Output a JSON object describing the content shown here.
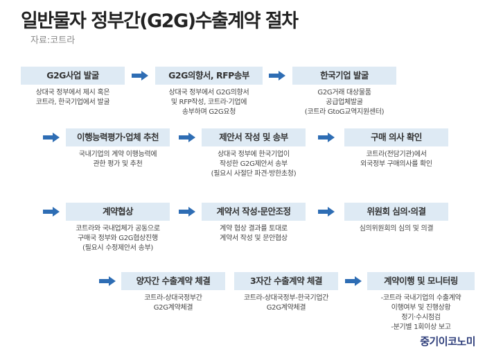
{
  "title": "일반물자 정부간(G2G)수출계약 절차",
  "source": "자료:코트라",
  "brand": "중기이코노미",
  "accent_color": "#deeaf4",
  "arrow_color": "#2e6db4",
  "steps": [
    {
      "label": "G2G사업 발굴",
      "desc": [
        "상대국 정부에서 제시 혹은",
        "코트라, 한국기업에서 발굴"
      ]
    },
    {
      "label": "G2G의향서, RFP송부",
      "desc": [
        "상대국 정부에서 G2G의향서",
        "및 RFP작성, 코트라·기업에",
        "송부하며 G2G요청"
      ]
    },
    {
      "label": "한국기업 발굴",
      "desc": [
        "G2G거래 대상물품",
        "공급업체발굴",
        "(코트라 GtoG교역지원센터)"
      ]
    },
    {
      "label": "이행능력평가·업체 추천",
      "desc": [
        "국내기업의 계약 이행능력에",
        "관한 평가 및 추천"
      ]
    },
    {
      "label": "제안서 작성 및 송부",
      "desc": [
        "상대국 정부에 한국기업이",
        "작성한 G2G제안서 송부",
        "(필요시 사절단 파견·방한초청)"
      ]
    },
    {
      "label": "구매 의사 확인",
      "desc": [
        "코트라(전담기관)에서",
        "외국정부 구매의사를 확인"
      ]
    },
    {
      "label": "계약협상",
      "desc": [
        "코트라와 국내업체가 공동으로",
        "구매국 정부와 G2G협상진행",
        "(필요시 수정제안서 송부)"
      ]
    },
    {
      "label": "계약서 작성·문안조정",
      "desc": [
        "계약 협상 결과를 토대로",
        "계약서 작성 및 문안협상"
      ]
    },
    {
      "label": "위원회 심의·의결",
      "desc": [
        "심의위원회의 심의 및 의결"
      ]
    },
    {
      "label": "양자간 수출계약 체결",
      "desc": [
        "코트라-상대국정부간",
        "G2G계약체결"
      ]
    },
    {
      "label": "3자간 수출계약 체결",
      "desc": [
        "코트라-상대국정부-한국기업간",
        "G2G계약체결"
      ]
    },
    {
      "label": "계약이행 및 모니터링",
      "desc": [
        "-코트라 국내기업의 수출계약",
        "이행여부 및 진행상황",
        "정기·수시점검",
        "-분기별 1회이상 보고"
      ]
    }
  ]
}
